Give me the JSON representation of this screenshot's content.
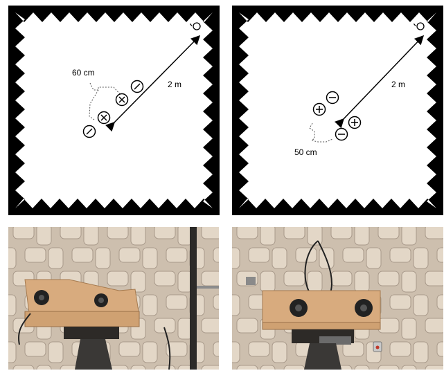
{
  "diagrams": {
    "left": {
      "distance_listener": "2 m",
      "speaker_spacing": "60 cm"
    },
    "right": {
      "distance_listener": "2 m",
      "speaker_spacing": "50 cm"
    }
  },
  "photos": {
    "left": {
      "subject": "speaker-array-photo"
    },
    "right": {
      "subject": "speaker-array-photo"
    }
  },
  "colors": {
    "frame": "#000000",
    "foam": "#e3d7c7",
    "wood": "#d8ab7e",
    "stand": "#2d2a27"
  }
}
